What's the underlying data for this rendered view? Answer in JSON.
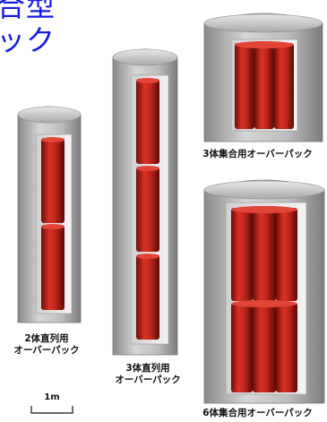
{
  "headline": {
    "line1": "合型",
    "line2": "ック"
  },
  "figures": [
    {
      "label_lines": [
        "2体直列用",
        "オーバーパック"
      ],
      "units": 2,
      "arrangement": "直列"
    },
    {
      "label_lines": [
        "3体直列用",
        "オーバーパック"
      ],
      "units": 3,
      "arrangement": "直列"
    },
    {
      "label_lines": [
        "3体集合用オーバーパック"
      ],
      "units": 3,
      "arrangement": "集合"
    },
    {
      "label_lines": [
        "6体集合用オーバーパック"
      ],
      "units": 6,
      "arrangement": "集合"
    }
  ],
  "scale_bar": {
    "label": "1m"
  },
  "colors": {
    "shell": "#b8b8b8",
    "cavity": "#ededed",
    "canister": "#c8271b",
    "headline": "#1a1ae6"
  }
}
